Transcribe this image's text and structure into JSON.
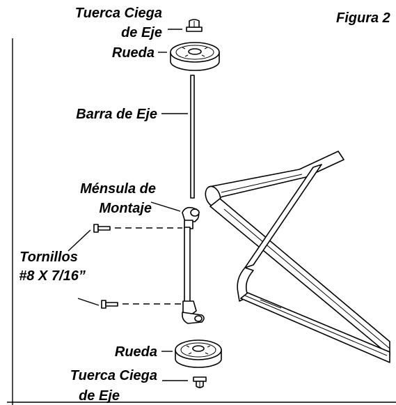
{
  "figure": {
    "title": "Figura 2",
    "labels": {
      "top_cap_nut_line1": "Tuerca Ciega",
      "top_cap_nut_line2": "de Eje",
      "top_wheel": "Rueda",
      "axle_bar": "Barra de Eje",
      "bracket_line1": "Ménsula de",
      "bracket_line2": "Montaje",
      "screws_line1": "Tornillos",
      "screws_line2": "#8 X 7/16”",
      "bottom_wheel": "Rueda",
      "bottom_cap_nut_line1": "Tuerca Ciega",
      "bottom_cap_nut_line2": "de Eje"
    }
  }
}
